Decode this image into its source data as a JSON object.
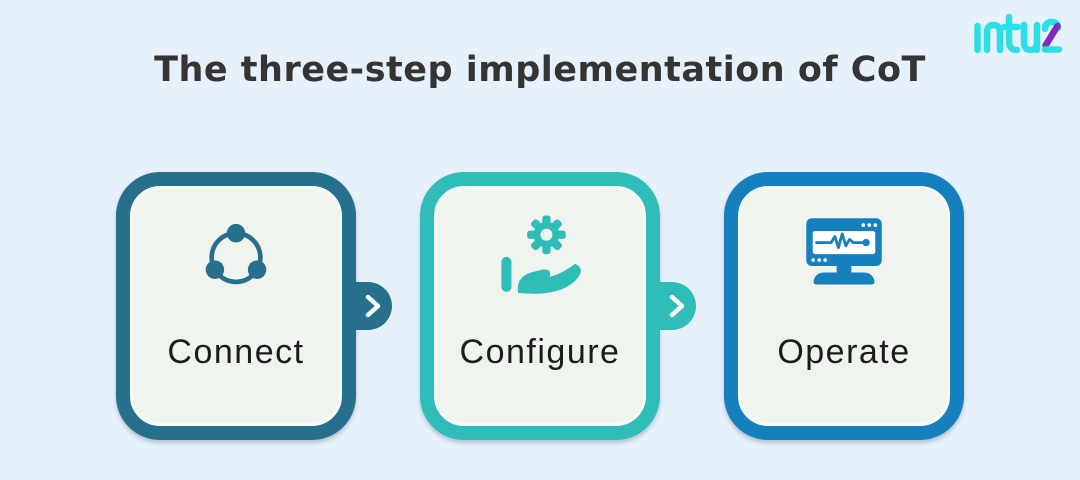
{
  "header": {
    "title": "The three-step implementation of CoT"
  },
  "logo": {
    "text": "intuz"
  },
  "steps": [
    {
      "label": "Connect",
      "icon": "share-network-icon",
      "color": "#26708E",
      "arrow": true
    },
    {
      "label": "Configure",
      "icon": "hand-gear-icon",
      "color": "#2FBDBA",
      "arrow": true
    },
    {
      "label": "Operate",
      "icon": "monitor-pulse-icon",
      "color": "#1480BE",
      "arrow": false
    }
  ],
  "colors": {
    "background": "#E7F1FC",
    "card_background": "#F0F4EF",
    "title_text": "#343434",
    "label_text": "#1C1C1C",
    "logo_cyan": "#2BDFE7",
    "logo_purple": "#7A2EBB",
    "arrow_chevron": "#FFFFFF",
    "icon_screen": "#FFFFFF"
  }
}
